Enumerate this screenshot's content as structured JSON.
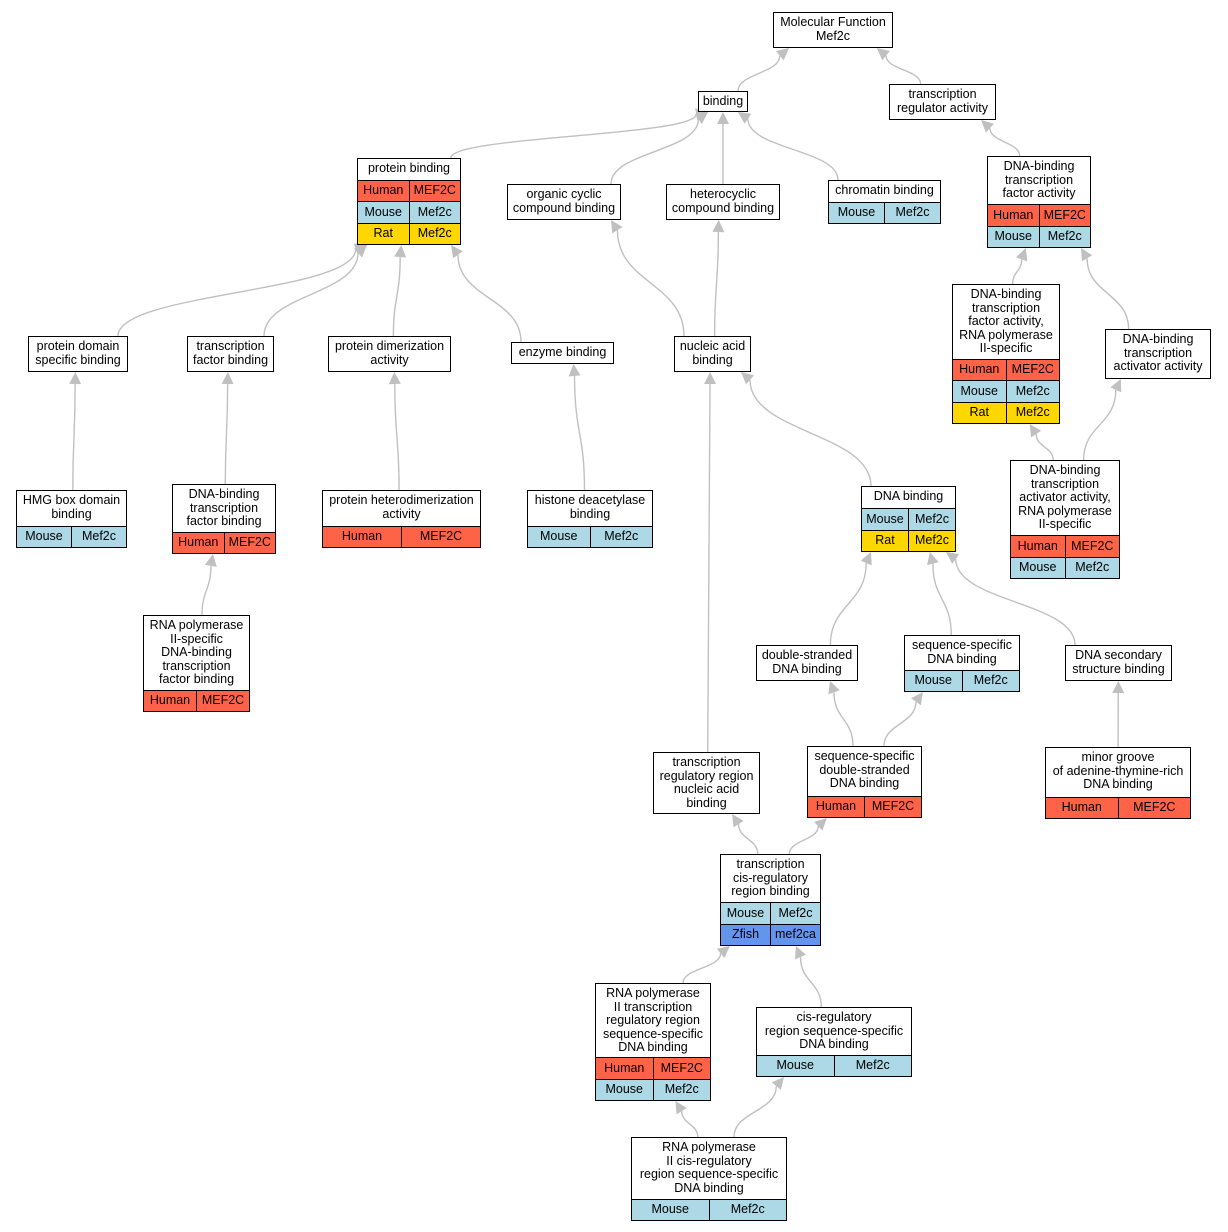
{
  "colors": {
    "Human": "#ff6347",
    "Mouse": "#add8e6",
    "Rat": "#ffd700",
    "Zfish": "#6495ed",
    "edge": "#c0c0c0"
  },
  "nodes": [
    {
      "id": "mf",
      "lines": [
        "Molecular Function",
        "Mef2c"
      ],
      "rows": []
    },
    {
      "id": "binding",
      "lines": [
        "binding"
      ],
      "rows": []
    },
    {
      "id": "tra",
      "lines": [
        "transcription",
        "regulator activity"
      ],
      "rows": []
    },
    {
      "id": "pb",
      "lines": [
        "protein binding"
      ],
      "rows": [
        [
          "Human",
          "MEF2C"
        ],
        [
          "Mouse",
          "Mef2c"
        ],
        [
          "Rat",
          "Mef2c"
        ]
      ]
    },
    {
      "id": "occb",
      "lines": [
        "organic cyclic",
        "compound binding"
      ],
      "rows": []
    },
    {
      "id": "hccb",
      "lines": [
        "heterocyclic",
        "compound binding"
      ],
      "rows": []
    },
    {
      "id": "chb",
      "lines": [
        "chromatin binding"
      ],
      "rows": [
        [
          "Mouse",
          "Mef2c"
        ]
      ]
    },
    {
      "id": "dbtfa",
      "lines": [
        "DNA-binding",
        "transcription",
        "factor activity"
      ],
      "rows": [
        [
          "Human",
          "MEF2C"
        ],
        [
          "Mouse",
          "Mef2c"
        ]
      ]
    },
    {
      "id": "pdsb",
      "lines": [
        "protein domain",
        "specific binding"
      ],
      "rows": []
    },
    {
      "id": "tfb",
      "lines": [
        "transcription",
        "factor binding"
      ],
      "rows": []
    },
    {
      "id": "pda",
      "lines": [
        "protein dimerization",
        "activity"
      ],
      "rows": []
    },
    {
      "id": "eb",
      "lines": [
        "enzyme binding"
      ],
      "rows": []
    },
    {
      "id": "nab",
      "lines": [
        "nucleic acid",
        "binding"
      ],
      "rows": []
    },
    {
      "id": "dbtfa2",
      "lines": [
        "DNA-binding",
        "transcription",
        "factor activity,",
        "RNA polymerase",
        "II-specific"
      ],
      "rows": [
        [
          "Human",
          "MEF2C"
        ],
        [
          "Mouse",
          "Mef2c"
        ],
        [
          "Rat",
          "Mef2c"
        ]
      ]
    },
    {
      "id": "dbtaa",
      "lines": [
        "DNA-binding",
        "transcription",
        "activator activity"
      ],
      "rows": []
    },
    {
      "id": "hmg",
      "lines": [
        "HMG box domain",
        "binding"
      ],
      "rows": [
        [
          "Mouse",
          "Mef2c"
        ]
      ]
    },
    {
      "id": "dbtfb",
      "lines": [
        "DNA-binding",
        "transcription",
        "factor binding"
      ],
      "rows": [
        [
          "Human",
          "MEF2C"
        ]
      ]
    },
    {
      "id": "phda",
      "lines": [
        "protein heterodimerization",
        "activity"
      ],
      "rows": [
        [
          "Human",
          "MEF2C"
        ]
      ]
    },
    {
      "id": "hdb",
      "lines": [
        "histone deacetylase",
        "binding"
      ],
      "rows": [
        [
          "Mouse",
          "Mef2c"
        ]
      ]
    },
    {
      "id": "dnab",
      "lines": [
        "DNA binding"
      ],
      "rows": [
        [
          "Mouse",
          "Mef2c"
        ],
        [
          "Rat",
          "Mef2c"
        ]
      ]
    },
    {
      "id": "dbtaa2",
      "lines": [
        "DNA-binding",
        "transcription",
        "activator activity,",
        "RNA polymerase",
        "II-specific"
      ],
      "rows": [
        [
          "Human",
          "MEF2C"
        ],
        [
          "Mouse",
          "Mef2c"
        ]
      ]
    },
    {
      "id": "rnap2tfb",
      "lines": [
        "RNA polymerase",
        "II-specific",
        "DNA-binding",
        "transcription",
        "factor binding"
      ],
      "rows": [
        [
          "Human",
          "MEF2C"
        ]
      ]
    },
    {
      "id": "dsdb",
      "lines": [
        "double-stranded",
        "DNA binding"
      ],
      "rows": []
    },
    {
      "id": "ssdb",
      "lines": [
        "sequence-specific",
        "DNA binding"
      ],
      "rows": [
        [
          "Mouse",
          "Mef2c"
        ]
      ]
    },
    {
      "id": "dssb",
      "lines": [
        "DNA secondary",
        "structure binding"
      ],
      "rows": []
    },
    {
      "id": "trrnab",
      "lines": [
        "transcription",
        "regulatory region",
        "nucleic acid",
        "binding"
      ],
      "rows": []
    },
    {
      "id": "ssdsdb",
      "lines": [
        "sequence-specific",
        "double-stranded",
        "DNA binding"
      ],
      "rows": [
        [
          "Human",
          "MEF2C"
        ]
      ]
    },
    {
      "id": "mgat",
      "lines": [
        "minor groove",
        "of adenine-thymine-rich",
        "DNA binding"
      ],
      "rows": [
        [
          "Human",
          "MEF2C"
        ]
      ]
    },
    {
      "id": "tcrrb",
      "lines": [
        "transcription",
        "cis-regulatory",
        "region binding"
      ],
      "rows": [
        [
          "Mouse",
          "Mef2c"
        ],
        [
          "Zfish",
          "mef2ca"
        ]
      ]
    },
    {
      "id": "rnap2trr",
      "lines": [
        "RNA polymerase",
        "II transcription",
        "regulatory region",
        "sequence-specific",
        "DNA binding"
      ],
      "rows": [
        [
          "Human",
          "MEF2C"
        ],
        [
          "Mouse",
          "Mef2c"
        ]
      ]
    },
    {
      "id": "crrss",
      "lines": [
        "cis-regulatory",
        "region sequence-specific",
        "DNA binding"
      ],
      "rows": [
        [
          "Mouse",
          "Mef2c"
        ]
      ]
    },
    {
      "id": "rnap2crr",
      "lines": [
        "RNA polymerase",
        "II cis-regulatory",
        "region sequence-specific",
        "DNA binding"
      ],
      "rows": [
        [
          "Mouse",
          "Mef2c"
        ]
      ]
    }
  ],
  "edges": [
    [
      "binding",
      "mf"
    ],
    [
      "tra",
      "mf"
    ],
    [
      "pb",
      "binding"
    ],
    [
      "occb",
      "binding"
    ],
    [
      "hccb",
      "binding"
    ],
    [
      "chb",
      "binding"
    ],
    [
      "dbtfa",
      "tra"
    ],
    [
      "pdsb",
      "pb"
    ],
    [
      "tfb",
      "pb"
    ],
    [
      "pda",
      "pb"
    ],
    [
      "eb",
      "pb"
    ],
    [
      "nab",
      "occb"
    ],
    [
      "nab",
      "hccb"
    ],
    [
      "dbtfa2",
      "dbtfa"
    ],
    [
      "dbtaa",
      "dbtfa"
    ],
    [
      "hmg",
      "pdsb"
    ],
    [
      "dbtfb",
      "tfb"
    ],
    [
      "phda",
      "pda"
    ],
    [
      "hdb",
      "eb"
    ],
    [
      "dnab",
      "nab"
    ],
    [
      "trrnab",
      "nab"
    ],
    [
      "dbtaa2",
      "dbtfa2"
    ],
    [
      "dbtaa2",
      "dbtaa"
    ],
    [
      "rnap2tfb",
      "dbtfb"
    ],
    [
      "dsdb",
      "dnab"
    ],
    [
      "ssdb",
      "dnab"
    ],
    [
      "dssb",
      "dnab"
    ],
    [
      "ssdsdb",
      "dsdb"
    ],
    [
      "ssdsdb",
      "ssdb"
    ],
    [
      "mgat",
      "dssb"
    ],
    [
      "tcrrb",
      "trrnab"
    ],
    [
      "tcrrb",
      "ssdsdb"
    ],
    [
      "rnap2trr",
      "tcrrb"
    ],
    [
      "crrss",
      "tcrrb"
    ],
    [
      "rnap2crr",
      "rnap2trr"
    ],
    [
      "rnap2crr",
      "crrss"
    ]
  ]
}
